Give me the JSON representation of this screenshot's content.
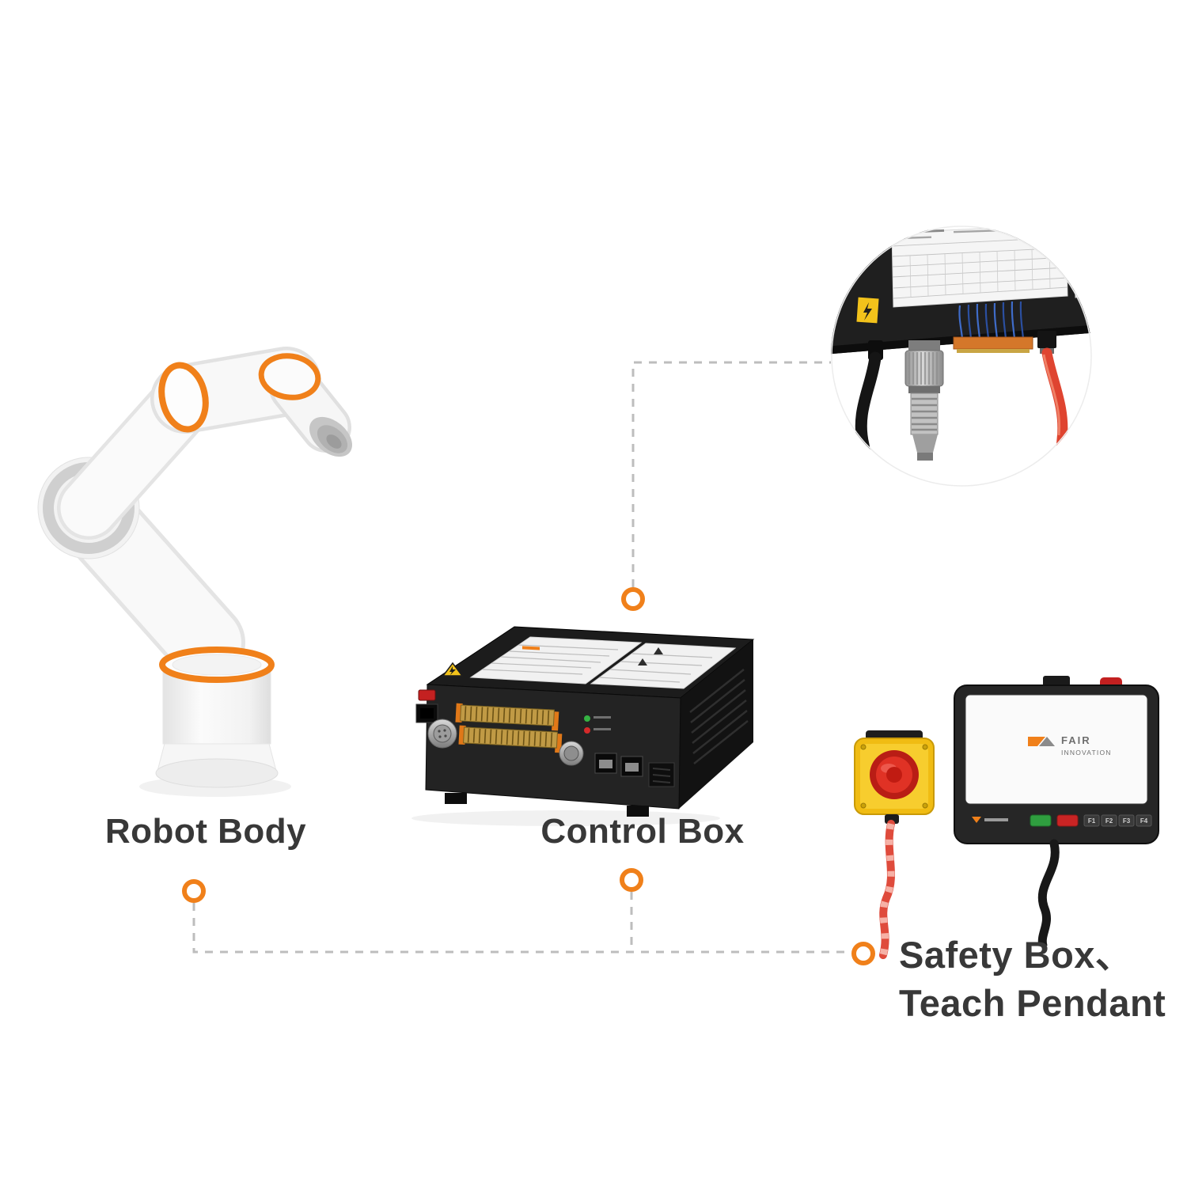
{
  "page": {
    "background": "#FFFFFF",
    "type": "robot-system-components-diagram"
  },
  "labels": {
    "robot_body": "Robot Body",
    "control_box": "Control Box",
    "safety_teach_line1": "Safety Box、",
    "safety_teach_line2": "Teach Pendant"
  },
  "pendant": {
    "brand_line1": "FAIR",
    "brand_line2": "INNOVATION",
    "function_buttons": [
      "F1",
      "F2",
      "F3",
      "F4"
    ]
  },
  "icons": {
    "high_voltage_warning": "lightning-bolt-in-triangle",
    "general_warning": "warning-triangle",
    "emergency_stop": "red-round-button",
    "connector_node": "orange-ring-dot"
  },
  "colors": {
    "accent_orange": "#F0801A",
    "label_text": "#383838",
    "dashed_line": "#BDBDBD",
    "control_box_black": "#1E1E1E",
    "safety_box_yellow": "#F2C21B",
    "estop_red": "#C01B12",
    "cable_red": "#DF4430",
    "robot_white": "#F7F7F7"
  }
}
